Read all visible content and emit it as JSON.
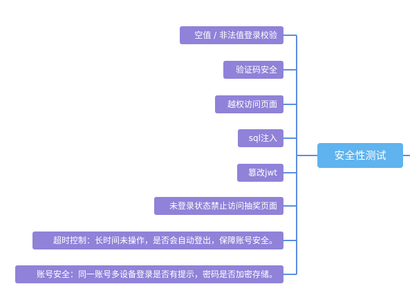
{
  "center_node": {
    "label": "安全性测试"
  },
  "branches": [
    {
      "label": "空值 / 非法值登录校验"
    },
    {
      "label": "验证码安全"
    },
    {
      "label": "越权访问页面"
    },
    {
      "label": "sql注入"
    },
    {
      "label": "篡改jwt"
    },
    {
      "label": "未登录状态禁止访问抽奖页面"
    },
    {
      "label": "超时控制：长时间未操作，是否会自动登出，保障账号安全。"
    },
    {
      "label": "账号安全：同一账号多设备登录是否有提示，密码是否加密存储。"
    }
  ],
  "colors": {
    "leaf_fill": "#8f82d8",
    "center_fill": "#5fb3ee",
    "connector": "#5b8de0"
  }
}
